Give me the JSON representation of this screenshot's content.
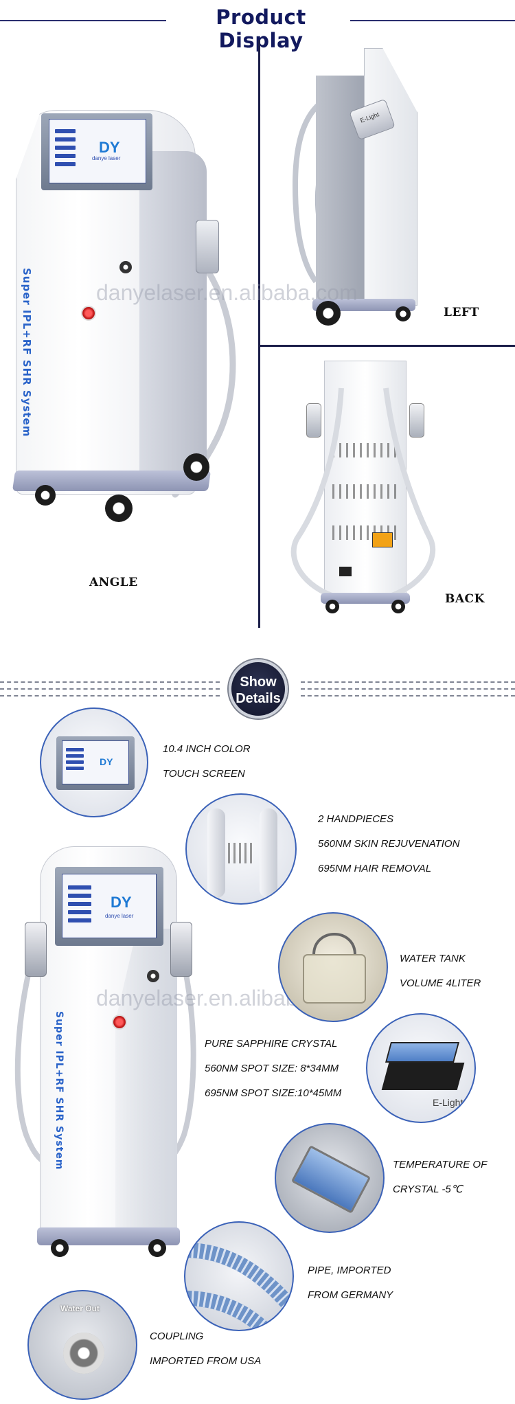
{
  "header": {
    "title": "Product Display"
  },
  "watermark": "danyelaser.en.alibaba.com",
  "views": {
    "angle": "ANGLE",
    "left": "LEFT",
    "back": "BACK"
  },
  "machine": {
    "logo_text": "danye laser",
    "side_text": "Super IPL+RF SHR System"
  },
  "details_badge": {
    "line1": "Show",
    "line2": "Details"
  },
  "details": [
    {
      "id": "screen",
      "lines": [
        "10.4 INCH COLOR",
        "TOUCH SCREEN"
      ]
    },
    {
      "id": "handpieces",
      "lines": [
        "2  HANDPIECES",
        "560NM  SKIN REJUVENATION",
        "695NM HAIR REMOVAL"
      ]
    },
    {
      "id": "water-tank",
      "lines": [
        "WATER TANK",
        "VOLUME 4LITER"
      ]
    },
    {
      "id": "crystal",
      "lines": [
        "PURE SAPPHIRE CRYSTAL",
        "560NM SPOT SIZE: 8*34MM",
        "695NM SPOT SIZE:10*45MM"
      ]
    },
    {
      "id": "temperature",
      "lines": [
        "TEMPERATURE OF",
        "CRYSTAL -5℃"
      ]
    },
    {
      "id": "pipe",
      "lines": [
        "PIPE, IMPORTED",
        "FROM GERMANY"
      ]
    },
    {
      "id": "coupling",
      "lines": [
        "COUPLING",
        "IMPORTED FROM USA"
      ]
    }
  ],
  "coupling_label": "Water Out",
  "handpiece_text": "E-Light",
  "colors": {
    "navy": "#12195e",
    "accent_blue": "#3b62b8",
    "text_blue": "#2a63c9"
  }
}
